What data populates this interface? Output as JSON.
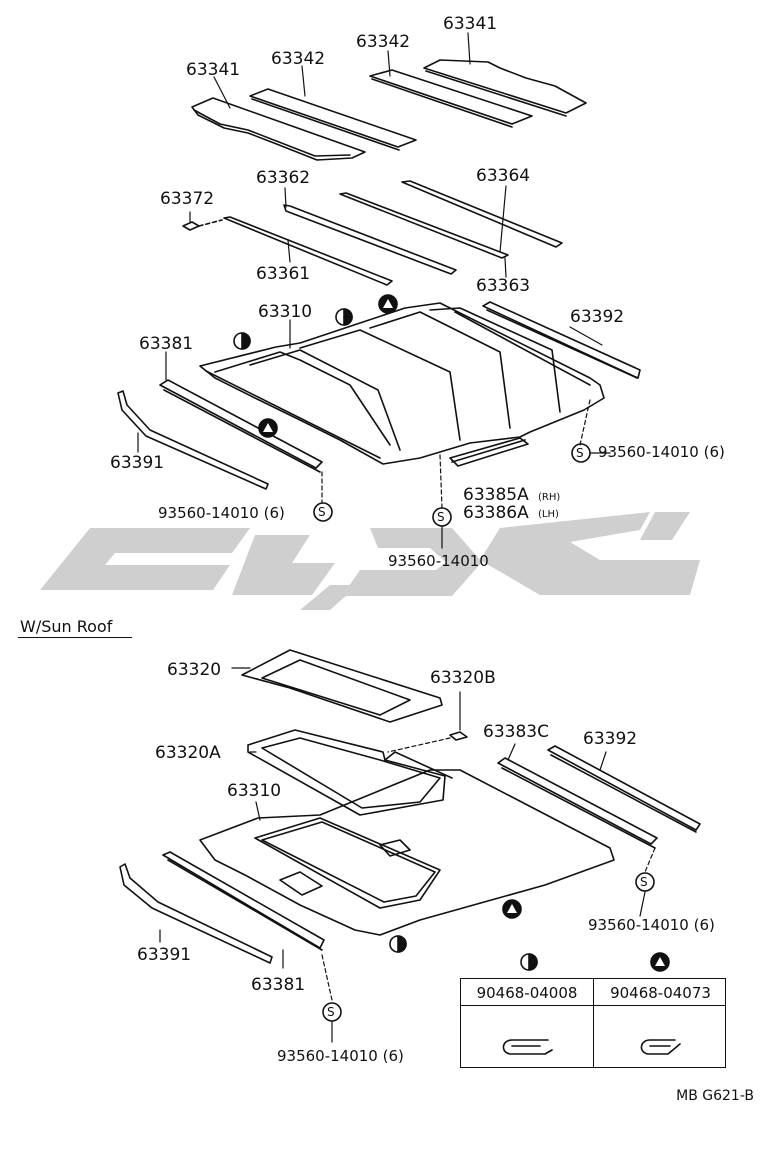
{
  "labels": {
    "p63341a": "63341",
    "p63342a": "63342",
    "p63342b": "63342",
    "p63341b": "63341",
    "p63372": "63372",
    "p63362": "63362",
    "p63364": "63364",
    "p63361": "63361",
    "p63363": "63363",
    "p63310a": "63310",
    "p63392a": "63392",
    "p63381a": "63381",
    "p63391a": "63391",
    "s93560a": "93560-14010 (6)",
    "s93560b": "93560-14010 (6)",
    "p63385A": "63385A",
    "p63385A_side": "(RH)",
    "p63386A": "63386A",
    "p63386A_side": "(LH)",
    "s93560c": "93560-14010",
    "p63320": "63320",
    "p63320B": "63320B",
    "p63320A": "63320A",
    "p63383C": "63383C",
    "p63392b": "63392",
    "p63310b": "63310",
    "s93560d": "93560-14010 (6)",
    "p63391b": "63391",
    "p63381b": "63381",
    "s93560e": "93560-14010 (6)"
  },
  "section_title": "W/Sun Roof",
  "fastener_table": {
    "col1": "90468-04008",
    "col2": "90468-04073"
  },
  "screw_symbol": "S",
  "reference_code": "MB G621-B"
}
